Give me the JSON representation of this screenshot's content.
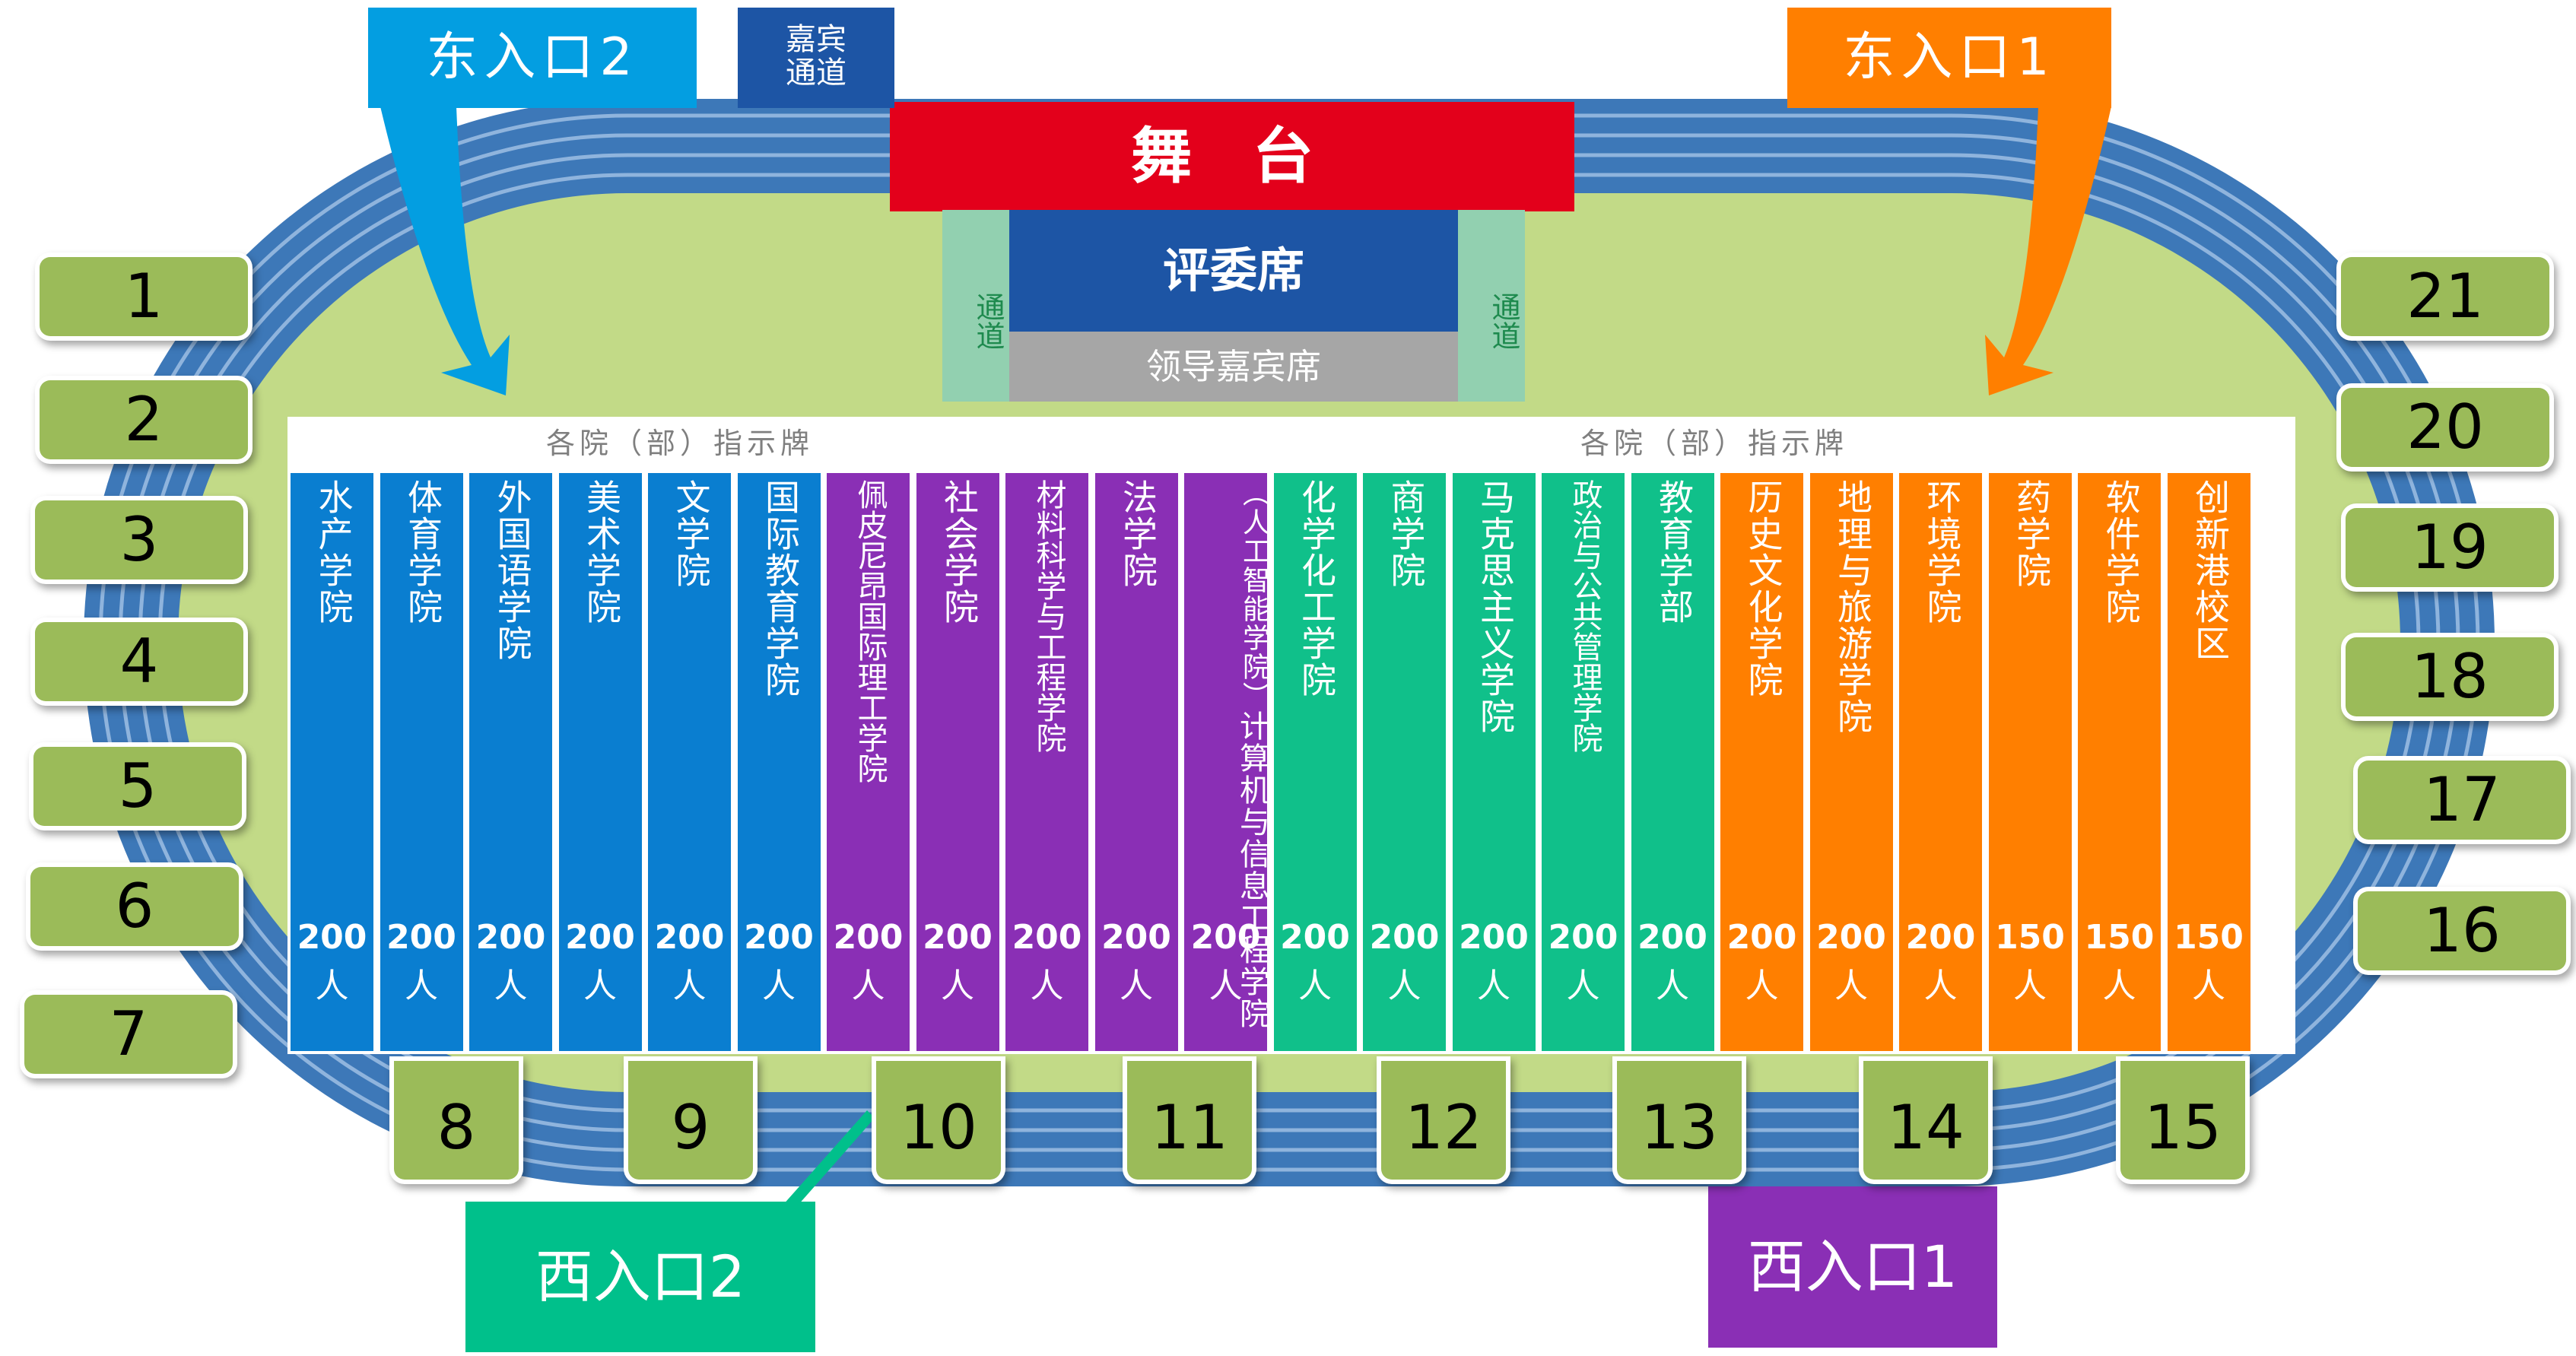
{
  "stage": "舞 台",
  "judges": "评委席",
  "vip_seats": "领导嘉宾席",
  "aisle_left": "通道",
  "aisle_right": "通道",
  "guest_passage": "嘉宾\n通道",
  "entrances": {
    "east2": "东入口2",
    "east1": "东入口1",
    "west2": "西入口2",
    "west1": "西入口1"
  },
  "sign_caption_left": "各院（部）指示牌",
  "sign_caption_right": "各院（部）指示牌",
  "colors": {
    "blue": "#0a7ed0",
    "purple": "#8a2fb5",
    "green": "#10c08a",
    "orange": "#ff7f00",
    "track": "#3d78b8",
    "field": "#c2da87",
    "box": "#9bbb59",
    "stage": "#e3001b",
    "judges": "#1d55a5",
    "east2": "#039ee1",
    "east1": "#ff7f00",
    "west2": "#00c08b",
    "west1": "#8a2fb5"
  },
  "colleges": [
    {
      "name": "水产学院",
      "count": "200",
      "unit": "人",
      "color": "blue"
    },
    {
      "name": "体育学院",
      "count": "200",
      "unit": "人",
      "color": "blue"
    },
    {
      "name": "外国语学院",
      "count": "200",
      "unit": "人",
      "color": "blue"
    },
    {
      "name": "美术学院",
      "count": "200",
      "unit": "人",
      "color": "blue"
    },
    {
      "name": "文学院",
      "count": "200",
      "unit": "人",
      "color": "blue"
    },
    {
      "name": "国际教育学院",
      "count": "200",
      "unit": "人",
      "color": "blue"
    },
    {
      "name": "佩皮尼昂国际理工学院",
      "count": "200",
      "unit": "人",
      "color": "purple"
    },
    {
      "name": "社会学院",
      "count": "200",
      "unit": "人",
      "color": "purple"
    },
    {
      "name": "材料科学与工程学院",
      "count": "200",
      "unit": "人",
      "color": "purple"
    },
    {
      "name": "法学院",
      "count": "200",
      "unit": "人",
      "color": "purple"
    },
    {
      "name": "计算机与信息工程学院",
      "sub": "（人工智能学院）",
      "count": "200",
      "unit": "人",
      "color": "purple"
    },
    {
      "name": "化学化工学院",
      "count": "200",
      "unit": "人",
      "color": "green"
    },
    {
      "name": "商学院",
      "count": "200",
      "unit": "人",
      "color": "green"
    },
    {
      "name": "马克思主义学院",
      "count": "200",
      "unit": "人",
      "color": "green"
    },
    {
      "name": "政治与公共管理学院",
      "count": "200",
      "unit": "人",
      "color": "green"
    },
    {
      "name": "教育学部",
      "count": "200",
      "unit": "人",
      "color": "green"
    },
    {
      "name": "历史文化学院",
      "count": "200",
      "unit": "人",
      "color": "orange"
    },
    {
      "name": "地理与旅游学院",
      "count": "200",
      "unit": "人",
      "color": "orange"
    },
    {
      "name": "环境学院",
      "count": "200",
      "unit": "人",
      "color": "orange"
    },
    {
      "name": "药学院",
      "count": "150",
      "unit": "人",
      "color": "orange"
    },
    {
      "name": "软件学院",
      "count": "150",
      "unit": "人",
      "color": "orange"
    },
    {
      "name": "创新港校区",
      "count": "150",
      "unit": "人",
      "color": "orange"
    }
  ],
  "left_boxes": [
    "1",
    "2",
    "3",
    "4",
    "5",
    "6",
    "7"
  ],
  "right_boxes": [
    "21",
    "20",
    "19",
    "18",
    "17",
    "16"
  ],
  "bottom_boxes": [
    "8",
    "9",
    "10",
    "11",
    "12",
    "13",
    "14",
    "15"
  ]
}
